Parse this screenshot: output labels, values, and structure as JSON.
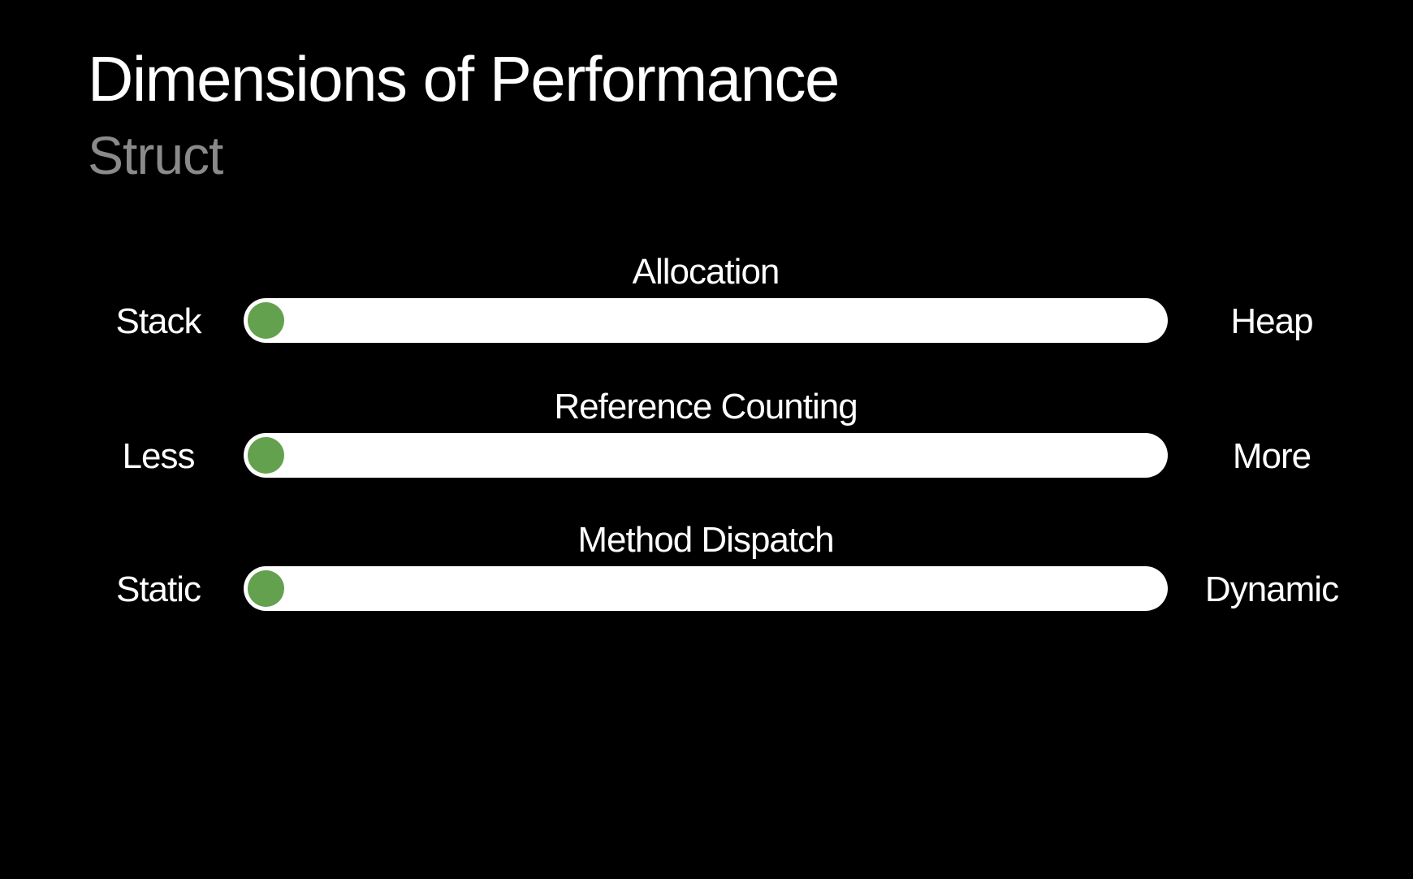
{
  "slide_title": "Dimensions of Performance",
  "slide_subtitle": "Struct",
  "colors": {
    "background": "#000000",
    "title_text": "#ffffff",
    "subtitle_text": "#8a8a8a",
    "track": "#ffffff",
    "knob": "#63a14f"
  },
  "sliders": [
    {
      "label": "Allocation",
      "left_end": "Stack",
      "right_end": "Heap",
      "knob_position_percent": 0
    },
    {
      "label": "Reference Counting",
      "left_end": "Less",
      "right_end": "More",
      "knob_position_percent": 0
    },
    {
      "label": "Method Dispatch",
      "left_end": "Static",
      "right_end": "Dynamic",
      "knob_position_percent": 0
    }
  ]
}
